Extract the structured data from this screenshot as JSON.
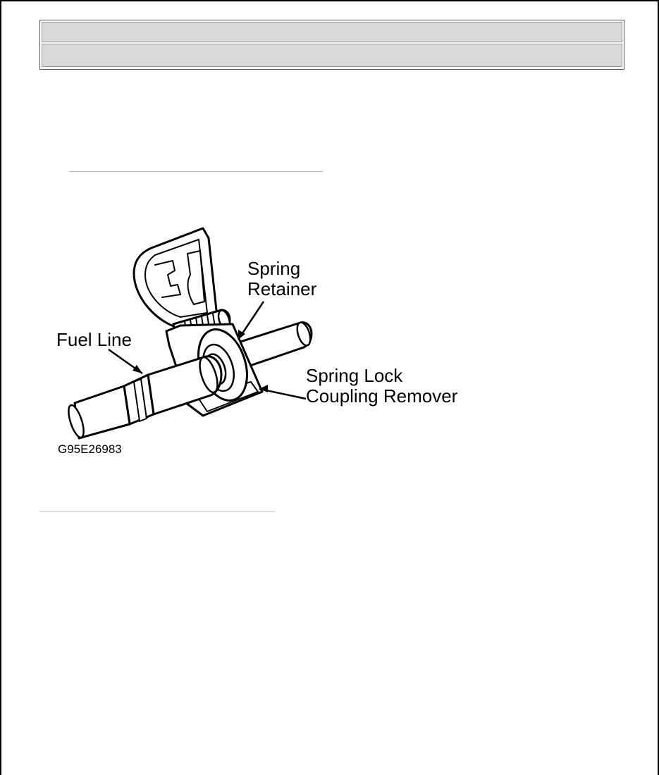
{
  "header": {
    "row_top_text": "",
    "row_bottom_text": ""
  },
  "figure": {
    "labels": {
      "spring_retainer_line1": "Spring",
      "spring_retainer_line2": "Retainer",
      "fuel_line": "Fuel Line",
      "remover_line1": "Spring Lock",
      "remover_line2": "Coupling Remover"
    },
    "figure_id": "G95E26983"
  }
}
